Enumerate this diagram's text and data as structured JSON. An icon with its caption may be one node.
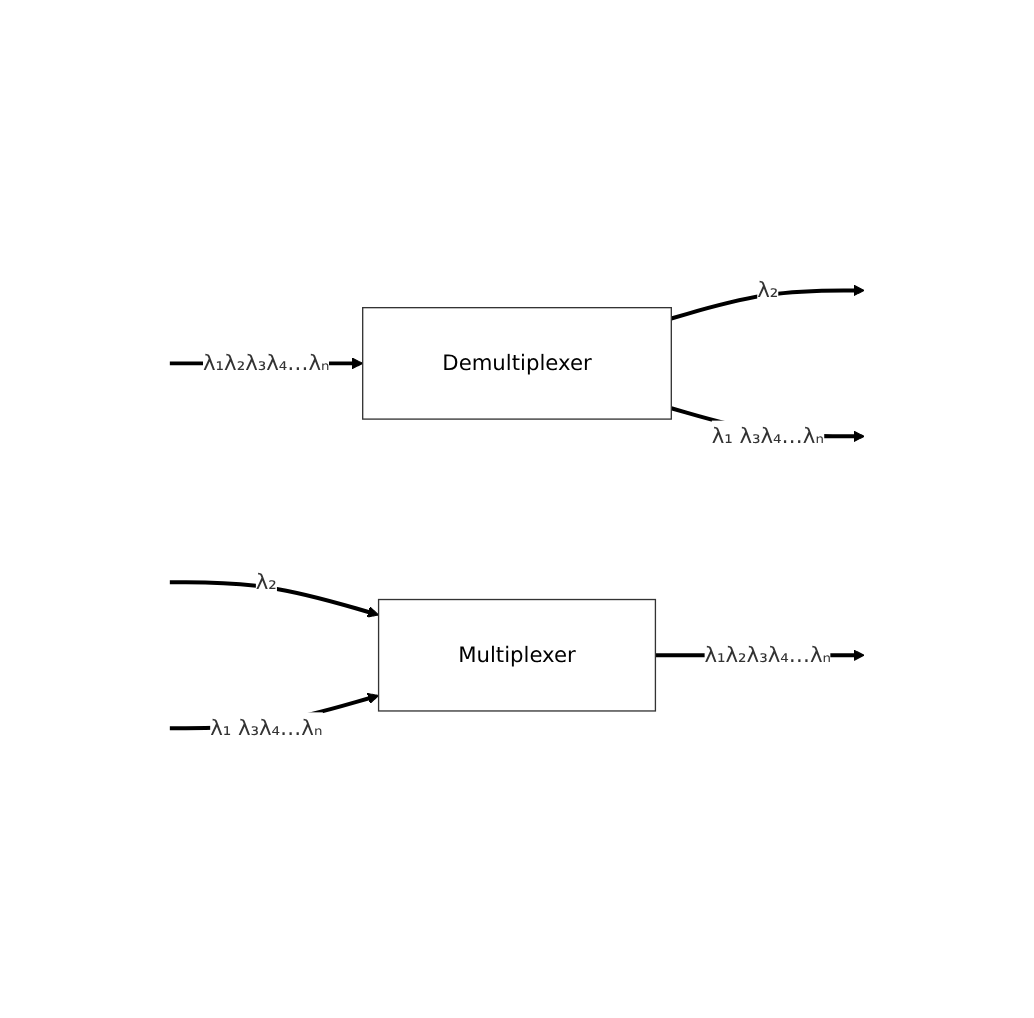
{
  "diagram": {
    "nodes": [
      {
        "text": [
          "Demultiplexer"
        ]
      },
      {
        "text": [
          "Multiplexer"
        ]
      }
    ],
    "edges": [
      {
        "from": null,
        "to": 0,
        "arrow": "to",
        "label": "λ₁λ₂λ₃λ₄…λₙ"
      },
      {
        "from": 0,
        "to": null,
        "arrow": "to",
        "label": "λ₂"
      },
      {
        "from": 0,
        "to": null,
        "arrow": "to",
        "label": "λ₁ λ₃λ₄…λₙ"
      },
      {
        "from": null,
        "to": 1,
        "arrow": "to",
        "label": "λ₂"
      },
      {
        "from": null,
        "to": 1,
        "arrow": "to",
        "label": "λ₁ λ₃λ₄…λₙ"
      },
      {
        "from": 1,
        "to": null,
        "arrow": "to",
        "label": "λ₁λ₂λ₃λ₄…λₙ"
      }
    ]
  }
}
